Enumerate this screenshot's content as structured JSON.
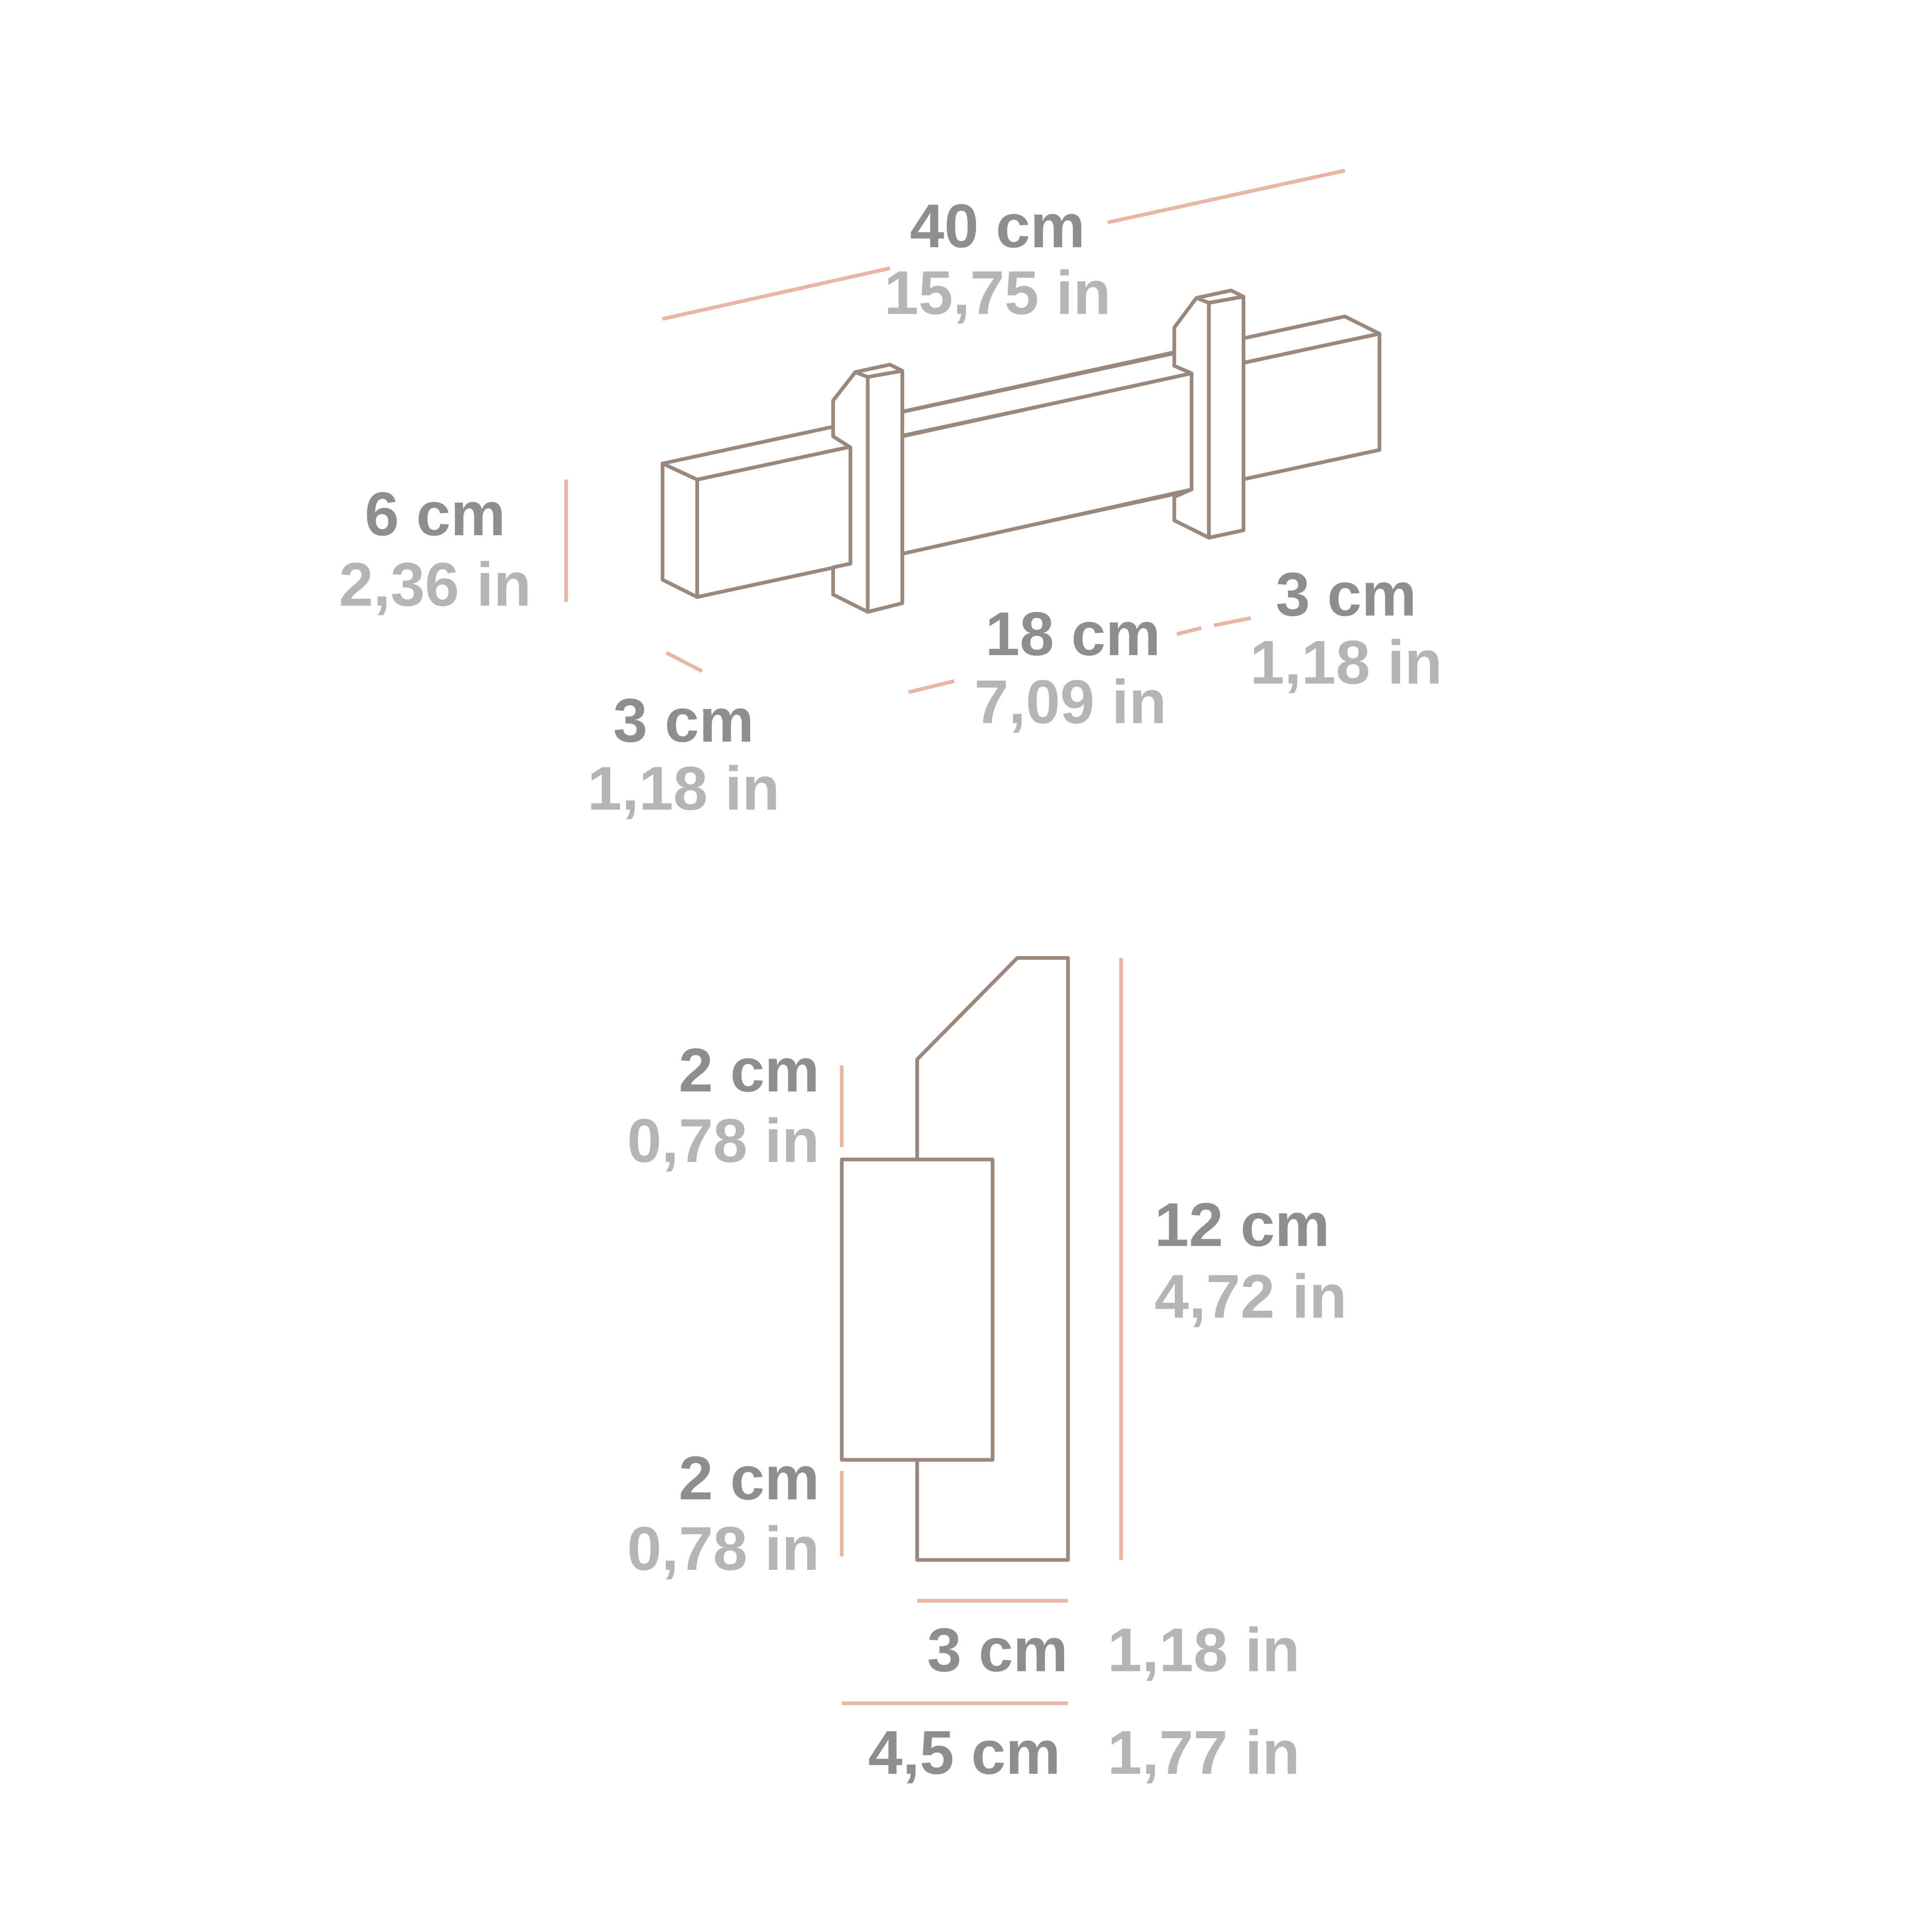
{
  "colors": {
    "outline": "#9b887c",
    "dimension_line": "#e9b6a6",
    "metric_text": "#8e8e8e",
    "imperial_text": "#b5b5b5"
  },
  "top_view": {
    "length": {
      "cm": "40 cm",
      "in": "15,75 in"
    },
    "height": {
      "cm": "6 cm",
      "in": "2,36 in"
    },
    "depth": {
      "cm": "3 cm",
      "in": "1,18 in"
    },
    "spacing": {
      "cm": "18 cm",
      "in": "7,09 in"
    },
    "post_depth": {
      "cm": "3 cm",
      "in": "1,18 in"
    }
  },
  "side_view": {
    "top_offset": {
      "cm": "2 cm",
      "in": "0,78 in"
    },
    "bottom_offset": {
      "cm": "2 cm",
      "in": "0,78 in"
    },
    "total_height": {
      "cm": "12 cm",
      "in": "4,72 in"
    },
    "post_width": {
      "cm": "3 cm",
      "in": "1,18 in"
    },
    "total_width": {
      "cm": "4,5 cm",
      "in": "1,77 in"
    }
  }
}
